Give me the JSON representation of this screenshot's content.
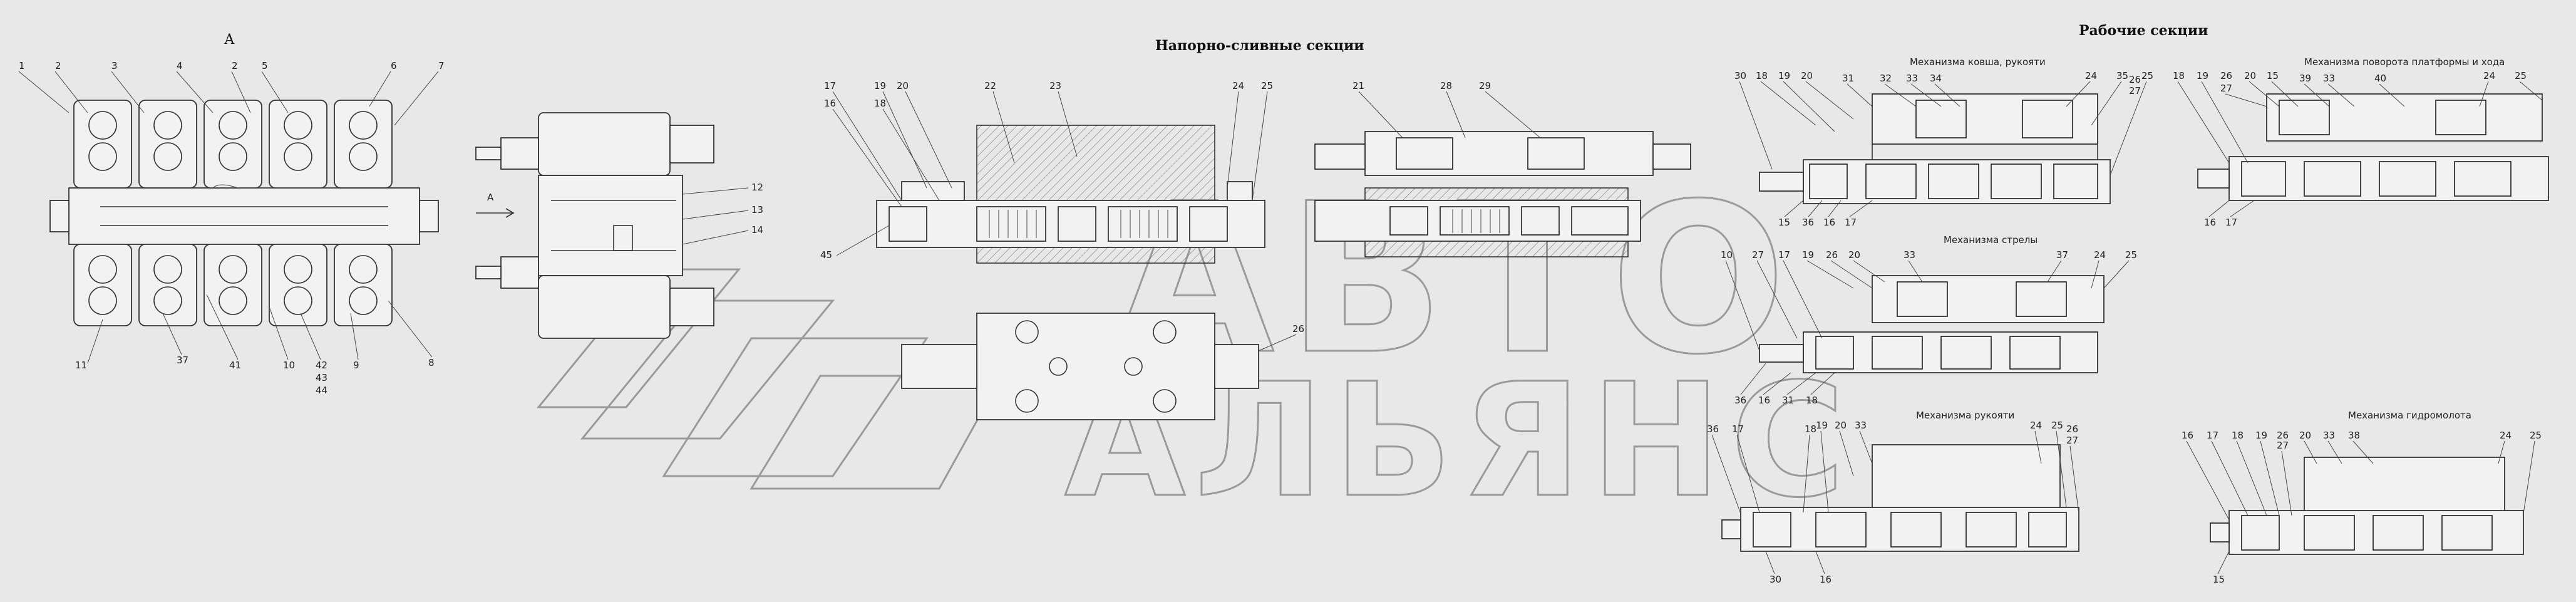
{
  "headings": {
    "pressure_drain": "Напорно-сливные секции",
    "working": "Рабочие секции",
    "view_a": "А",
    "arrow_a": "А"
  },
  "subtitles": {
    "bucket_handle": "Механизма ковша, рукояти",
    "rotation_travel": "Механизма поворота платформы и хода",
    "boom": "Механизма стрелы",
    "handle": "Механизма рукояти",
    "hydrohammer": "Механизма гидромолота"
  },
  "watermark": {
    "line1": "АВТО",
    "line2": "АЛЬЯНС"
  },
  "labels": {
    "v1_top": [
      "1",
      "2",
      "3",
      "4",
      "2",
      "5",
      "6",
      "7"
    ],
    "v1_bottom": [
      "11",
      "37",
      "41",
      "10",
      "42",
      "9",
      "8"
    ],
    "v1_stack": [
      "43",
      "44"
    ],
    "v2_right": [
      "12",
      "13",
      "14"
    ],
    "v3_top": [
      "17",
      "16",
      "19",
      "18",
      "20",
      "22",
      "23",
      "24",
      "25"
    ],
    "v3_side": [
      "45",
      "26"
    ],
    "v4_top": [
      "21",
      "28",
      "29"
    ],
    "bh_top": [
      "30",
      "18",
      "19",
      "20",
      "31",
      "32",
      "33",
      "34",
      "24",
      "35",
      "25",
      "26",
      "27"
    ],
    "bh_bottom": [
      "15",
      "36",
      "16",
      "17"
    ],
    "rt_top": [
      "18",
      "19",
      "26",
      "27",
      "20",
      "15",
      "39",
      "33",
      "40",
      "24",
      "25"
    ],
    "rt_bottom": [
      "16",
      "17"
    ],
    "boom_top": [
      "10",
      "27",
      "17",
      "19",
      "26",
      "20",
      "33",
      "37",
      "24",
      "25"
    ],
    "boom_bottom": [
      "36",
      "16",
      "31",
      "18"
    ],
    "hd_top": [
      "36",
      "17",
      "18",
      "19",
      "20",
      "33",
      "24",
      "25",
      "26",
      "27"
    ],
    "hd_bottom": [
      "30",
      "16"
    ],
    "hm_top": [
      "16",
      "17",
      "18",
      "19",
      "26",
      "27",
      "20",
      "33",
      "38",
      "24",
      "25"
    ],
    "hm_bottom": [
      "15"
    ]
  }
}
